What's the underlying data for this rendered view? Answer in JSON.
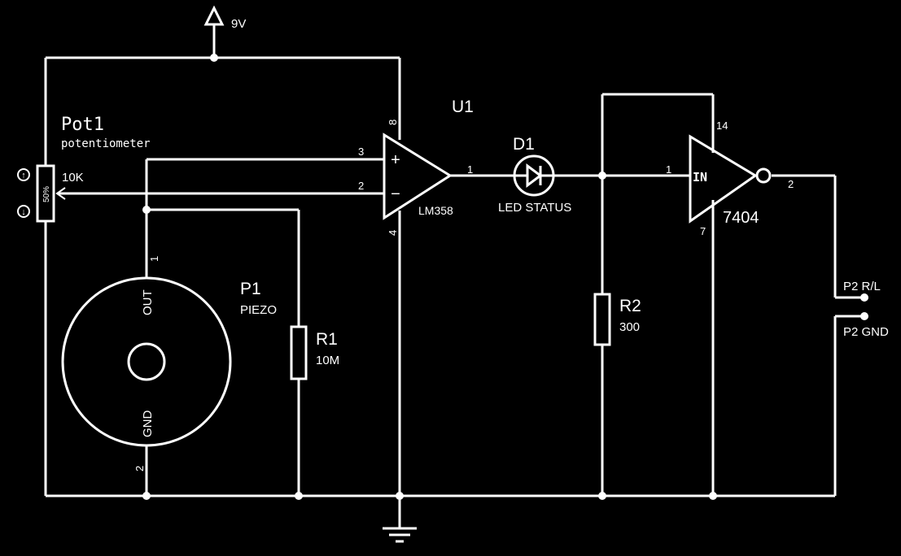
{
  "power": {
    "supply_label": "9V"
  },
  "pot1": {
    "name": "Pot1",
    "type": "potentiometer",
    "value": "10K",
    "wiper_position": "50%",
    "up_icon": "↑",
    "down_icon": "↓"
  },
  "u1": {
    "name": "U1",
    "part": "LM358",
    "plus_sign": "+",
    "minus_sign": "−",
    "pin_vcc": "8",
    "pin_in_plus": "3",
    "pin_in_minus": "2",
    "pin_gnd": "4",
    "pin_out": "1"
  },
  "d1": {
    "name": "D1",
    "label": "LED STATUS"
  },
  "p1": {
    "name": "P1",
    "type": "PIEZO",
    "pin_out_label": "OUT",
    "pin_gnd_label": "GND",
    "pin_out_num": "1",
    "pin_gnd_num": "2"
  },
  "r1": {
    "name": "R1",
    "value": "10M"
  },
  "r2": {
    "name": "R2",
    "value": "300"
  },
  "u2": {
    "part": "7404",
    "input_label": "IN",
    "pin_vcc": "14",
    "pin_in": "1",
    "pin_out": "2",
    "pin_gnd": "7"
  },
  "p2": {
    "rl_label": "P2 R/L",
    "gnd_label": "P2 GND"
  }
}
